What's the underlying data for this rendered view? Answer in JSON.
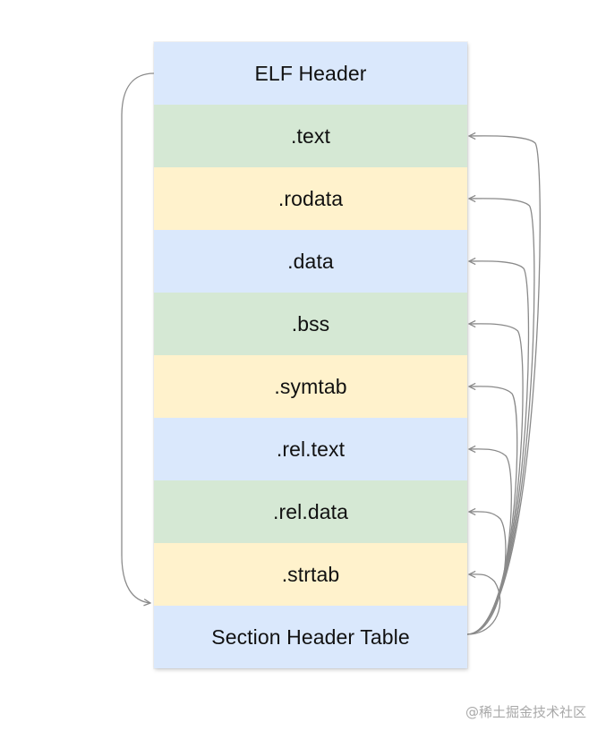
{
  "sections": [
    {
      "label": "ELF Header",
      "color": "#dae8fc"
    },
    {
      "label": ".text",
      "color": "#d5e8d4"
    },
    {
      "label": ".rodata",
      "color": "#fff2cc"
    },
    {
      "label": ".data",
      "color": "#dae8fc"
    },
    {
      "label": ".bss",
      "color": "#d5e8d4"
    },
    {
      "label": ".symtab",
      "color": "#fff2cc"
    },
    {
      "label": ".rel.text",
      "color": "#dae8fc"
    },
    {
      "label": ".rel.data",
      "color": "#d5e8d4"
    },
    {
      "label": ".strtab",
      "color": "#fff2cc"
    },
    {
      "label": "Section Header Table",
      "color": "#dae8fc"
    }
  ],
  "arrow_color": "#8a8a8a",
  "watermark": "@稀土掘金技术社区"
}
